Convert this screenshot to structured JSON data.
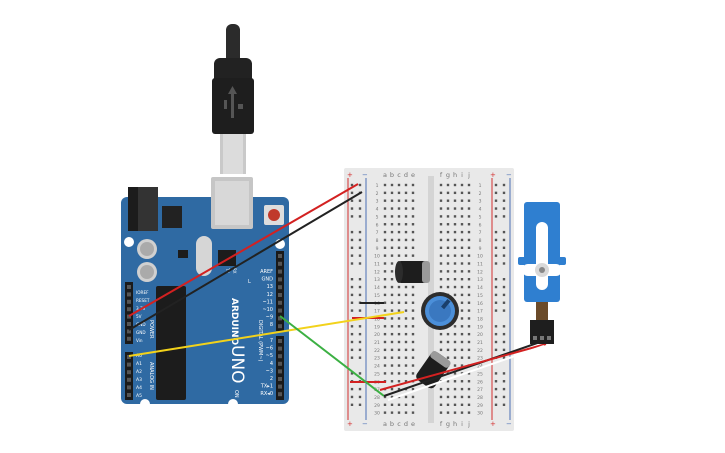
{
  "colors": {
    "board": "#2f6aa3",
    "board_dark": "#245a8c",
    "breadboard": "#e9e9e9",
    "rail_red": "#d32f2f",
    "rail_blue": "#4a6fb5",
    "wire_red": "#d32121",
    "wire_black": "#222222",
    "wire_yellow": "#f2d21b",
    "wire_green": "#3cb043",
    "servo": "#2f7fd0"
  },
  "arduino": {
    "brand": "ARDUINO",
    "model": "UNO",
    "on_label": "ON",
    "power_label": "POWER",
    "analog_label": "ANALOG IN",
    "digital_label": "DIGITAL (PWM~)",
    "tx_label": "TX",
    "rx_label": "RX",
    "l_label": "L",
    "power_pins": [
      "IOREF",
      "RESET",
      "3.3V",
      "5V",
      "GND",
      "GND",
      "Vin"
    ],
    "analog_pins": [
      "A0",
      "A1",
      "A2",
      "A3",
      "A4",
      "A5"
    ],
    "digital_top": [
      "AREF",
      "GND",
      "13",
      "12",
      "~11",
      "~10",
      "~9",
      "8"
    ],
    "digital_bottom": [
      "7",
      "~6",
      "~5",
      "4",
      "~3",
      "2",
      "TX▸1",
      "RX◂0"
    ]
  },
  "breadboard": {
    "columns": [
      "a",
      "b",
      "c",
      "d",
      "e",
      "f",
      "g",
      "h",
      "i",
      "j"
    ],
    "row_numbers": [
      "1",
      "2",
      "3",
      "4",
      "5",
      "6",
      "7",
      "8",
      "9",
      "10",
      "11",
      "12",
      "13",
      "14",
      "15",
      "16",
      "17",
      "18",
      "19",
      "20",
      "21",
      "22",
      "23",
      "24",
      "25",
      "26",
      "27",
      "28",
      "29",
      "30"
    ],
    "plus": "+",
    "minus": "−"
  },
  "components": [
    "usb-cable",
    "arduino-uno",
    "electrolytic-capacitor",
    "potentiometer",
    "electrolytic-capacitor",
    "micro-servo"
  ]
}
